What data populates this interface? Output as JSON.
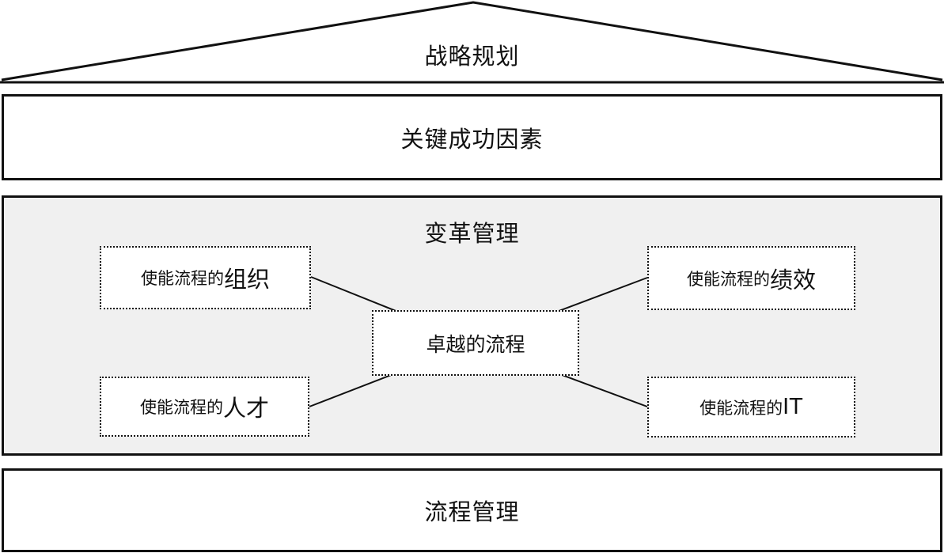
{
  "diagram": {
    "strategy": {
      "label": "战略规划"
    },
    "csf": {
      "label": "关键成功因素"
    },
    "change": {
      "label": "变革管理"
    },
    "process_mgmt": {
      "label": "流程管理"
    },
    "center_box": {
      "label": "卓越的流程"
    },
    "enablers": [
      {
        "prefix": "使能流程的",
        "emphasis": "组织",
        "position": "top-left"
      },
      {
        "prefix": "使能流程的",
        "emphasis": "绩效",
        "position": "top-right"
      },
      {
        "prefix": "使能流程的",
        "emphasis": "人才",
        "position": "bottom-left"
      },
      {
        "prefix": "使能流程的",
        "emphasis": "IT",
        "position": "bottom-right"
      }
    ],
    "colors": {
      "stroke": "#111111",
      "band_fill": "#f0f0f0",
      "box_fill": "#ffffff"
    }
  }
}
